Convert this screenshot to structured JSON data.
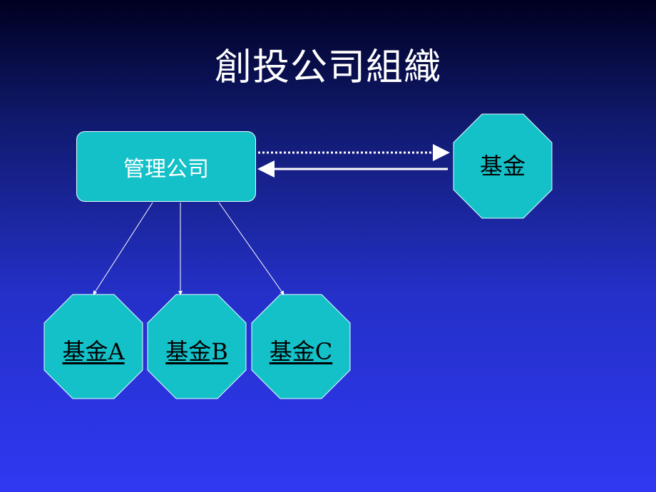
{
  "title": "創投公司組織",
  "management_company": {
    "label": "管理公司"
  },
  "fund_main": {
    "label": "基金"
  },
  "sub_funds": [
    {
      "label": "基金A"
    },
    {
      "label": "基金B"
    },
    {
      "label": "基金C"
    }
  ],
  "colors": {
    "background_top": "#000020",
    "background_bottom": "#3038f2",
    "shape_fill": "#14c1c9",
    "line": "#ffffff"
  }
}
